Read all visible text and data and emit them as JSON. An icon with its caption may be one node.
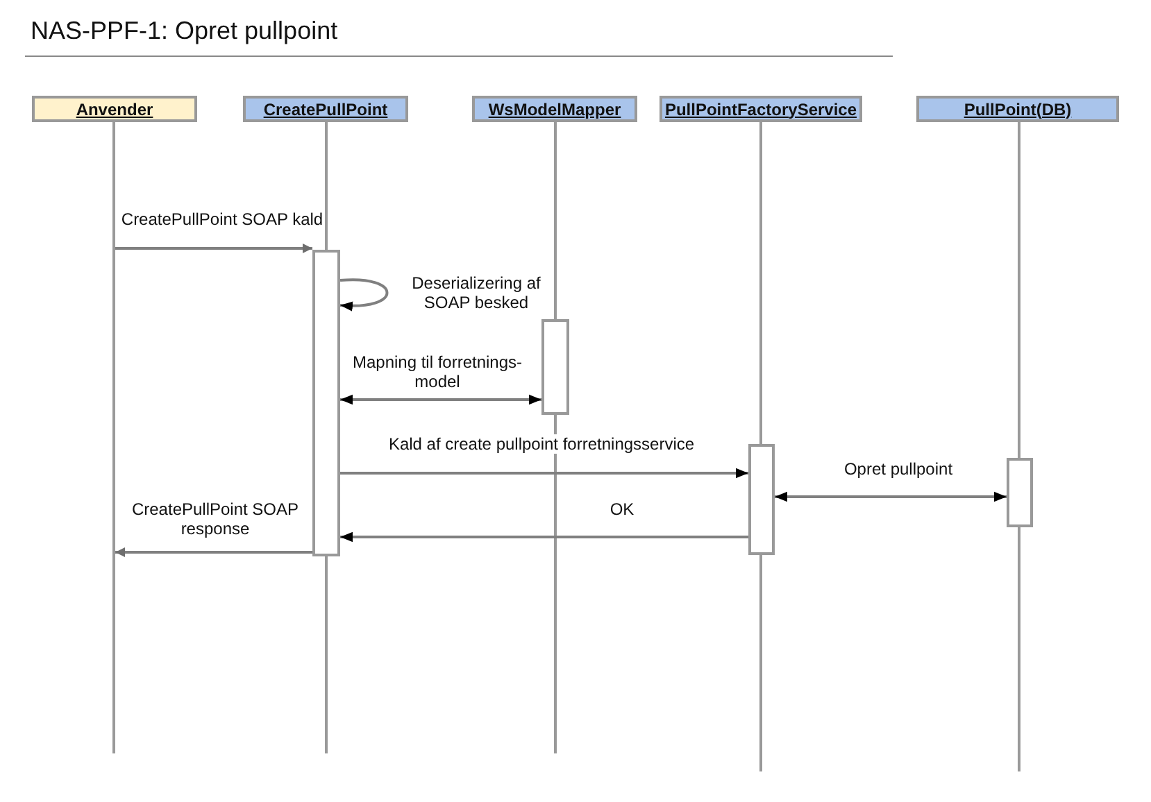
{
  "diagram": {
    "title": "NAS-PPF-1: Opret pullpoint",
    "nodes": [
      {
        "text": [
          "Anvender"
        ]
      },
      {
        "text": [
          "CreatePullPoint"
        ]
      },
      {
        "text": [
          "WsModelMapper"
        ]
      },
      {
        "text": [
          "PullPointFactoryService"
        ]
      },
      {
        "text": [
          "PullPoint(DB)"
        ]
      },
      {
        "text": [],
        "shape": "line"
      },
      {
        "text": [],
        "shape": "line"
      },
      {
        "text": [],
        "shape": "line"
      },
      {
        "text": [],
        "shape": "line"
      },
      {
        "text": [],
        "shape": "line"
      },
      {
        "text": [],
        "shape": "bar"
      },
      {
        "text": [],
        "shape": "bar"
      },
      {
        "text": [],
        "shape": "bar"
      },
      {
        "text": [],
        "shape": "bar"
      }
    ],
    "edges": [
      {
        "from": 5,
        "to": 10,
        "arrow": "to",
        "label": "CreatePullPoint SOAP kald"
      },
      {
        "from": 10,
        "to": 10,
        "arrow": "to",
        "label": "Deserializering af SOAP besked"
      },
      {
        "from": 10,
        "to": 11,
        "arrow": "both",
        "label": "Mapning til forretnings-model"
      },
      {
        "from": 10,
        "to": 12,
        "arrow": "to",
        "label": "Kald af create pullpoint forretningsservice"
      },
      {
        "from": 12,
        "to": 13,
        "arrow": "both",
        "label": "Opret pullpoint"
      },
      {
        "from": 12,
        "to": 10,
        "arrow": "to",
        "label": "OK"
      },
      {
        "from": 10,
        "to": 5,
        "arrow": "to",
        "label": "CreatePullPoint SOAP response"
      }
    ]
  }
}
